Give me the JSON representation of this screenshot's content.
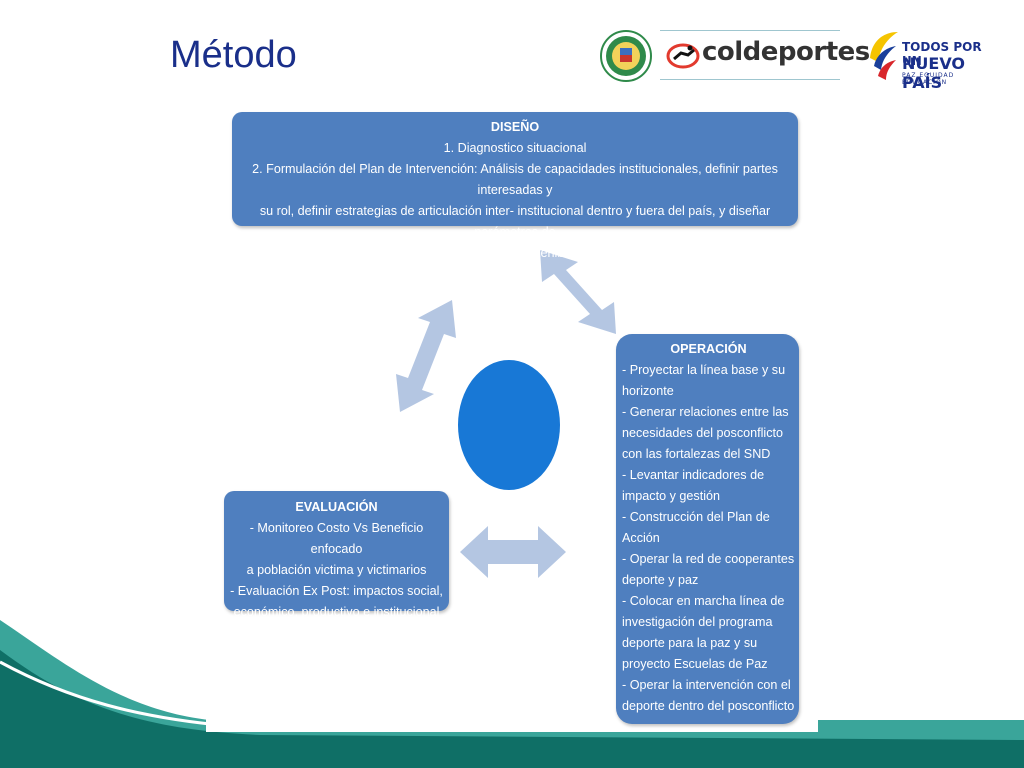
{
  "slide": {
    "title": "Método"
  },
  "logos": {
    "coldeportes": "coldeportes",
    "tpn_line1": "TODOS POR UN",
    "tpn_line2": "NUEVO PAÍS",
    "tpn_line3": "PAZ  EQUIDAD  EDUCACIÓN"
  },
  "diagram": {
    "diseno": {
      "heading": "DISEÑO",
      "lines": [
        "1. Diagnostico situacional",
        "2. Formulación del Plan de Intervención: Análisis de capacidades institucionales, definir partes interesadas y",
        "su rol, definir estrategias de  articulación inter- institucional dentro y fuera del país, y diseñar parámetros de",
        "seguimiento y sostenibilidad"
      ]
    },
    "operacion": {
      "heading": "OPERACIÓN",
      "lines": [
        "- Proyectar la línea base y su",
        "horizonte",
        "- Generar relaciones entre las",
        "necesidades del posconflicto",
        "con las fortalezas del SND",
        "- Levantar indicadores de",
        "impacto y gestión",
        "- Construcción del Plan de",
        "Acción",
        "- Operar la red de cooperantes",
        "deporte y paz",
        "  - Colocar en marcha línea de",
        "investigación  del programa",
        "deporte para la paz y su",
        "proyecto Escuelas de Paz",
        "- Operar la intervención con el",
        "deporte dentro del posconflicto"
      ]
    },
    "evaluacion": {
      "heading": "EVALUACIÓN",
      "lines": [
        "- Monitoreo Costo Vs Beneficio enfocado",
        "a población victima y victimarios",
        "- Evaluación Ex Post: impactos social,",
        "económico, productivo e institucional"
      ]
    }
  },
  "colors": {
    "title": "#1a2f8a",
    "box": "#4f7fbf",
    "circle": "#1878d6",
    "arrow": "#b4c6e2",
    "wave_teal": "#3aa59a",
    "wave_dark": "#0f6f66"
  }
}
